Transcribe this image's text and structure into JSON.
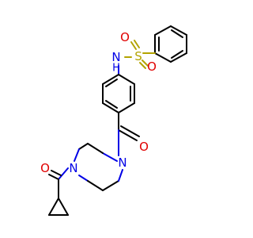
{
  "atoms": {
    "nh": {
      "label": "N",
      "sub": "H",
      "color": "#0000e6"
    },
    "s": {
      "label": "S",
      "color": "#b3a300"
    },
    "o_sulfonyl_top": {
      "label": "O",
      "color": "#e00000"
    },
    "o_sulfonyl_bottom": {
      "label": "O",
      "color": "#e00000"
    },
    "o_amide_right": {
      "label": "O",
      "color": "#e00000"
    },
    "n_piperazine_right": {
      "label": "N",
      "color": "#0000e6"
    },
    "n_piperazine_left": {
      "label": "N",
      "color": "#0000e6"
    },
    "o_amide_left": {
      "label": "O",
      "color": "#e00000"
    }
  }
}
